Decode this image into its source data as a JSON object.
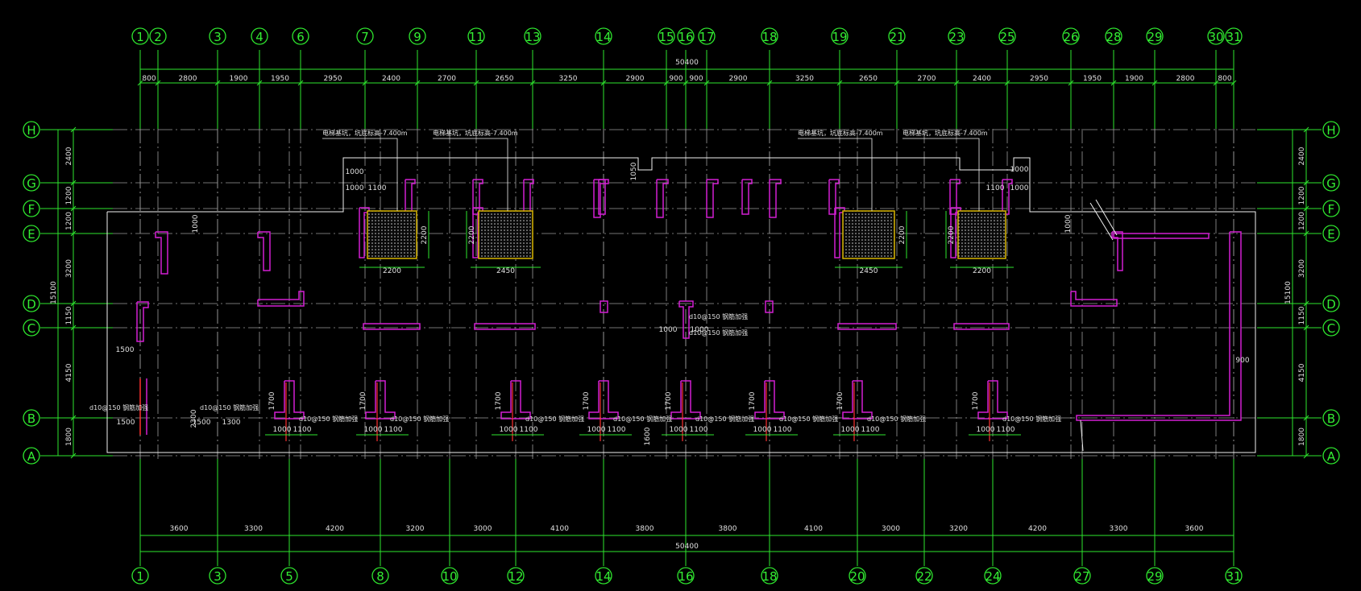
{
  "colors": {
    "background": "#000000",
    "grid_line": "#9a9a9a",
    "axis_green": "#2ee62e",
    "wall_magenta": "#d21fd2",
    "slab_yellow": "#d8b400",
    "outline_white": "#f0f0f0",
    "text": "#e0e0e0"
  },
  "top_axes": [
    "1",
    "2",
    "3",
    "4",
    "6",
    "7",
    "9",
    "11",
    "13",
    "14",
    "15",
    "16",
    "17",
    "18",
    "19",
    "21",
    "23",
    "25",
    "26",
    "28",
    "29",
    "30",
    "31"
  ],
  "bottom_axes": [
    "1",
    "3",
    "5",
    "8",
    "10",
    "12",
    "14",
    "16",
    "18",
    "20",
    "22",
    "24",
    "27",
    "29",
    "31"
  ],
  "row_axes": [
    "H",
    "G",
    "F",
    "E",
    "D",
    "C",
    "B",
    "A"
  ],
  "top_total": "50400",
  "bottom_total": "50400",
  "top_dims": [
    "800",
    "2800",
    "1900",
    "1950",
    "2950",
    "2400",
    "2700",
    "2650",
    "3250",
    "2900",
    "900",
    "900",
    "2900",
    "3250",
    "2650",
    "2700",
    "2400",
    "2950",
    "1950",
    "1900",
    "2800",
    "800"
  ],
  "bottom_dims": [
    "3600",
    "3300",
    "4200",
    "3200",
    "3000",
    "4100",
    "3800",
    "3800",
    "4100",
    "3000",
    "3200",
    "4200",
    "3300",
    "3600"
  ],
  "left_total": "15100",
  "right_total": "15100",
  "row_dims": [
    "2400",
    "1200",
    "1200",
    "3200",
    "1150",
    "4150",
    "1800"
  ],
  "slab_notes": [
    "电梯基坑，坑底标高-7.400m",
    "电梯基坑，坑底标高-7.400m",
    "电梯基坑，坑底标高-7.400m",
    "电梯基坑，坑底标高-7.400m"
  ],
  "slab_width_labels": [
    "2200",
    "2450",
    "2450",
    "2200"
  ],
  "slab_height_label": "2200",
  "small_dims": {
    "d1000": "1000",
    "d1100": "1100",
    "d1050": "1050",
    "d1500": "1500",
    "d1300": "1300",
    "d1700": "1700",
    "d1600": "1600",
    "d900": "900",
    "d2300": "2300"
  },
  "column_note": "d10@150 钢筋加强"
}
